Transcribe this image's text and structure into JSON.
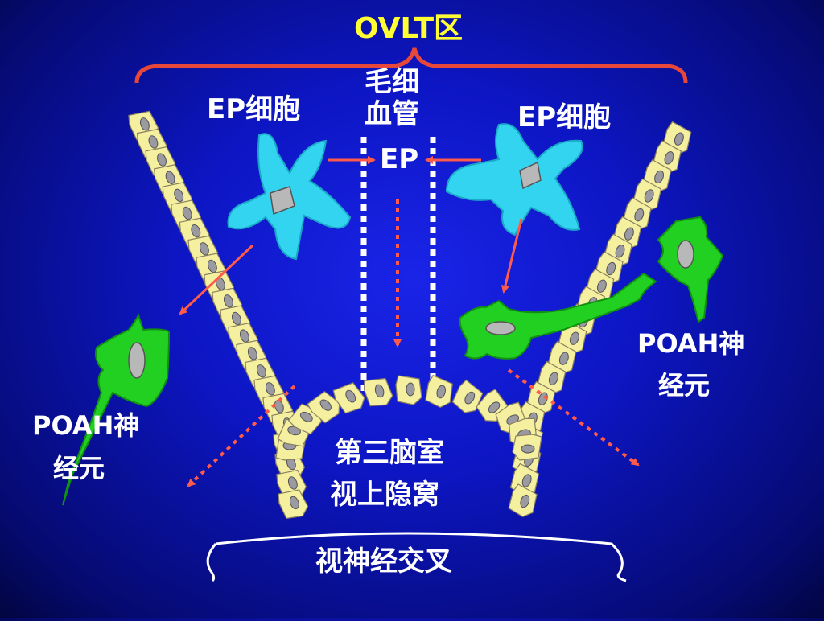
{
  "title": "OVLT区",
  "labels": {
    "ep_cell_left": "EP细胞",
    "ep_cell_right": "EP细胞",
    "capillary_line1": "毛细",
    "capillary_line2": "血管",
    "ep": "EP",
    "poah_left_line1": "POAH神",
    "poah_left_line2": "经元",
    "poah_right_line1": "POAH神",
    "poah_right_line2": "经元",
    "ventricle_line1": "第三脑室",
    "ventricle_line2": "视上隐窝",
    "chiasm": "视神经交叉"
  },
  "colors": {
    "background": "#0d16c4",
    "title": "#ffff33",
    "ep_cell": "#33d4f0",
    "poah_neuron": "#22d022",
    "nucleus": "#b8b8b8",
    "epithelium": "#f5f0a0",
    "arrow": "#ff5a4a",
    "text": "#ffffff"
  }
}
